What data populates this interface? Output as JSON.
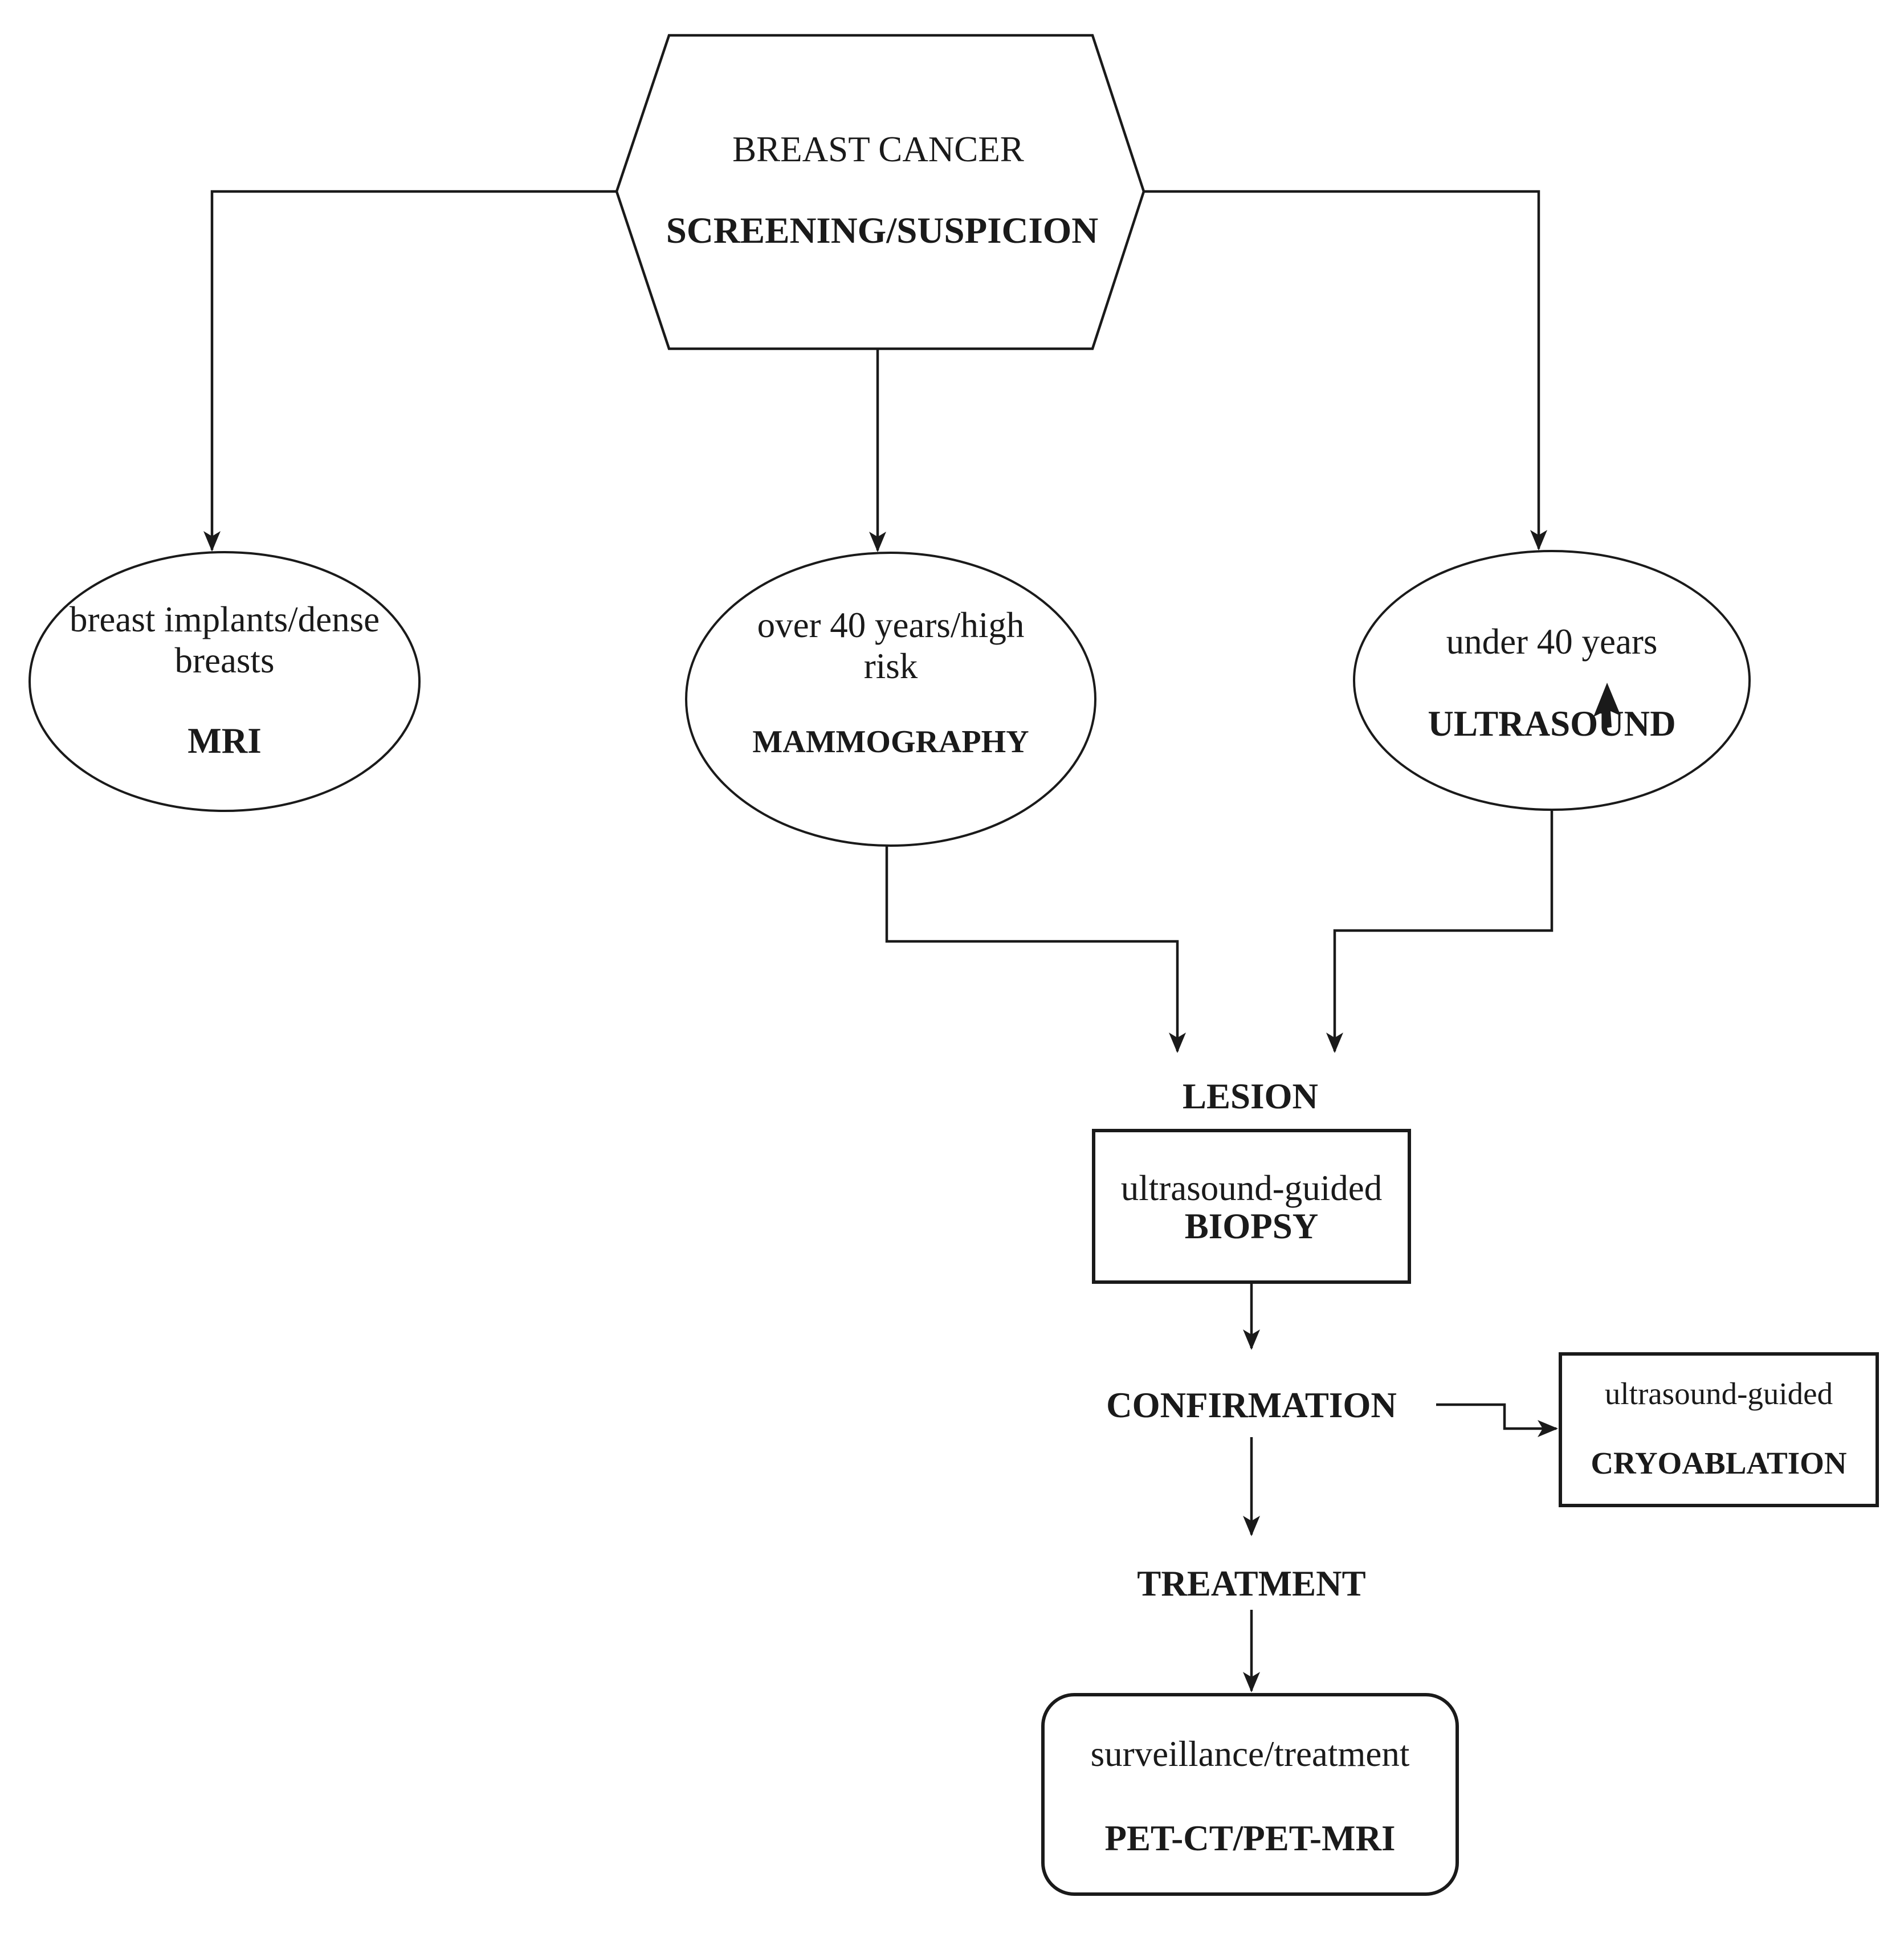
{
  "diagram": {
    "colors": {
      "ink": "#1a1a1a",
      "background": "#ffffff"
    },
    "title_node": {
      "line1": "BREAST CANCER",
      "line2": "SCREENING/SUSPICION"
    },
    "branches": {
      "mri": {
        "condition": "breast implants/dense\nbreasts",
        "modality": "MRI"
      },
      "mammography": {
        "condition": "over 40 years/high\nrisk",
        "modality": "MAMMOGRAPHY"
      },
      "ultrasound": {
        "condition": "under 40 years",
        "modality": "ULTRASOUND"
      }
    },
    "lesion_label": "LESION",
    "biopsy": {
      "line1": "ultrasound-guided",
      "line2": "BIOPSY"
    },
    "confirmation_label": "CONFIRMATION",
    "cryoablation": {
      "line1": "ultrasound-guided",
      "line2": "CRYOABLATION"
    },
    "treatment_label": "TREATMENT",
    "followup": {
      "line1": "surveillance/treatment",
      "line2": "PET-CT/PET-MRI"
    },
    "icons": {
      "cursor": "up-cursor-arrow"
    }
  }
}
